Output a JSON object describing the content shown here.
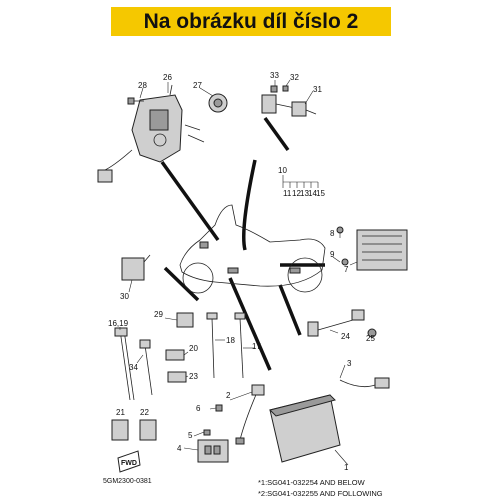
{
  "banner": {
    "text": "Na obrázku díl číslo 2",
    "color": "#f5c800"
  },
  "callouts": {
    "c1": "1",
    "c2": "2",
    "c3": "3",
    "c4": "4",
    "c5": "5",
    "c6": "6",
    "c7": "7",
    "c8": "8",
    "c9": "9",
    "c10": "10",
    "c11": "11",
    "c12": "12",
    "c13": "13",
    "c14": "14",
    "c15": "15",
    "c1619": "16,19",
    "c17": "17",
    "c18": "18",
    "c20": "20",
    "c21": "21",
    "c22": "22",
    "c23": "23",
    "c24": "24",
    "c25": "25",
    "c26": "26",
    "c27": "27",
    "c28": "28",
    "c29": "29",
    "c30": "30",
    "c31": "31",
    "c32": "32",
    "c33": "33",
    "c34": "34"
  },
  "notes": {
    "note1": "*1:SG041-032254 AND BELOW",
    "note2": "*2:SG041-032255 AND FOLLOWING"
  },
  "diagram_code": "5GM2300-0381",
  "fwd_label": "FWD"
}
